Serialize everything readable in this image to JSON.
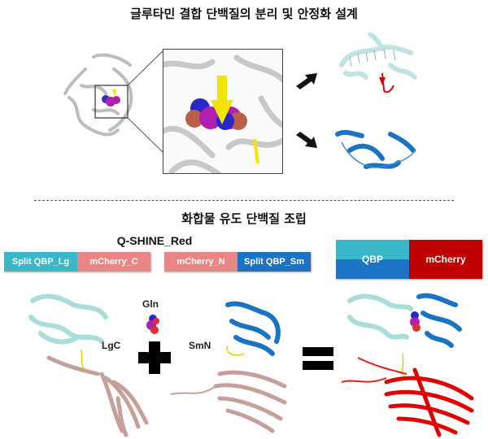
{
  "top_section": {
    "title": "글루타민 결합 단백질의 분리 및 안정화 설계"
  },
  "bottom_section": {
    "title": "화합물 유도 단백질 조립",
    "construct_name": "Q-SHINE_Red",
    "bar_left": [
      {
        "label": "Split QBP_Lg",
        "color": "#3ab7c9"
      },
      {
        "label": "mCherry_C",
        "color": "#ea8585"
      }
    ],
    "bar_right": [
      {
        "label": "mCherry_N",
        "color": "#ea8585"
      },
      {
        "label": "Split QBP_Sm",
        "color": "#1a73c3"
      }
    ],
    "assembled_bar": [
      {
        "label": "QBP",
        "color_top": "#3ab7c9",
        "color_bottom": "#1a73c3"
      },
      {
        "label": "mCherry",
        "color": "#c00000"
      }
    ],
    "ligand_label": "Gln",
    "left_protein_label": "LgC",
    "right_protein_label": "SmN",
    "plus_symbol": "plus-icon",
    "equals_symbol": "equals-icon"
  },
  "colors": {
    "qbp_large": "#3ab7c9",
    "qbp_small": "#1a73c3",
    "mcherry_split": "#ea8585",
    "mcherry_full": "#c00000",
    "highlight": "#f2e600",
    "ligand": "#b020b0"
  }
}
